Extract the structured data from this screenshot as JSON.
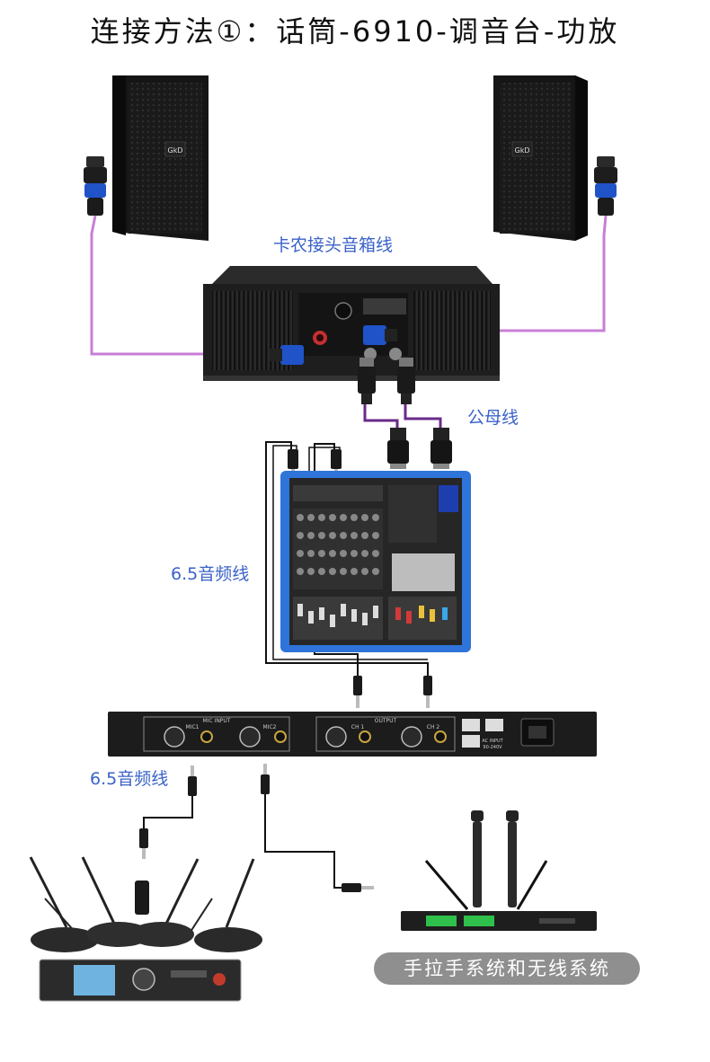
{
  "title": "连接方法①：话筒-6910-调音台-功放",
  "labels": {
    "speaker_cable": "卡农接头音箱线",
    "male_female_cable": "公母线",
    "audio_cable_top": "6.5音频线",
    "audio_cable_bottom": "6.5音频线",
    "systems": "手拉手系统和无线系统"
  },
  "speaker_logo": "GkD",
  "processor": {
    "input_header": "MIC INPUT",
    "output_header": "OUTPUT",
    "mic1": "MIC1",
    "mic2": "MIC2",
    "ch1": "CH 1",
    "ch2": "CH 2",
    "ac_input": "AC INPUT",
    "voltage": "90-240V"
  },
  "colors": {
    "speaker_cable": "#c77fd6",
    "xlr_cable": "#6a2a8a",
    "jack_cable": "#111111",
    "label_blue": "#3a62c8",
    "mixer_frame": "#2f74d9"
  }
}
